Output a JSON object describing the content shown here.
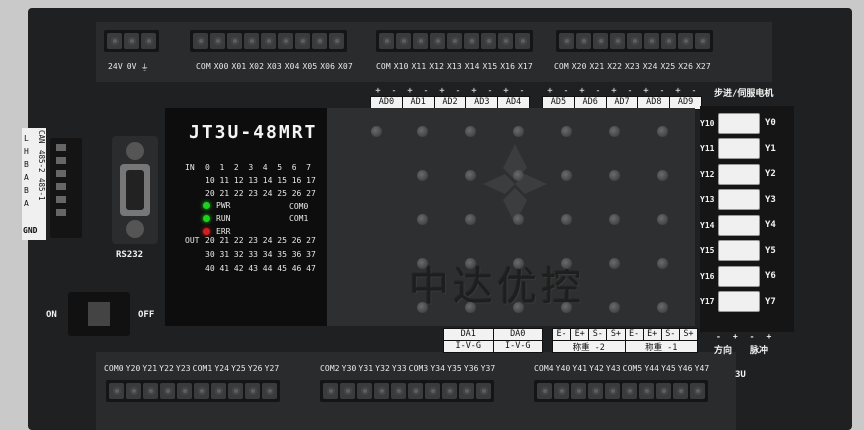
{
  "top_terms": {
    "power": [
      "24V",
      "0V",
      "⏚"
    ],
    "x_row1": [
      "COM",
      "X00",
      "X01",
      "X02",
      "X03",
      "X04",
      "X05",
      "X06",
      "X07"
    ],
    "x_row2": [
      "COM",
      "X10",
      "X11",
      "X12",
      "X13",
      "X14",
      "X15",
      "X16",
      "X17"
    ],
    "x_row3": [
      "COM",
      "X20",
      "X21",
      "X22",
      "X23",
      "X24",
      "X25",
      "X26",
      "X27"
    ]
  },
  "ad_channels": [
    "AD0",
    "AD1",
    "AD2",
    "AD3",
    "AD4",
    "AD5",
    "AD6",
    "AD7",
    "AD8",
    "AD9"
  ],
  "ad_polarity": [
    "+",
    "-"
  ],
  "comm_port": {
    "labels": [
      "L",
      "H",
      "B",
      "A",
      "B",
      "A"
    ],
    "bus_labels": [
      "CAN",
      "485-2",
      "485-1"
    ],
    "gnd": "GND",
    "rs232": "RS232"
  },
  "switch": {
    "on": "ON",
    "off": "OFF"
  },
  "panel": {
    "model": "JT3U-48MRT",
    "in_label": "IN",
    "out_label": "OUT",
    "in_rows": [
      "0  1  2  3  4  5  6  7",
      "10 11 12 13 14 15 16 17",
      "20 21 22 23 24 25 26 27"
    ],
    "out_rows": [
      "20 21 22 23 24 25 26 27",
      "30 31 32 33 34 35 36 37",
      "40 41 42 43 44 45 46 47"
    ],
    "leds": [
      {
        "label": "PWR",
        "color": "#1fd11f"
      },
      {
        "label": "RUN",
        "color": "#1fd11f"
      },
      {
        "label": "ERR",
        "color": "#d11f1f"
      }
    ],
    "com_labels": [
      "COM0",
      "COM1"
    ]
  },
  "brand_text": "中达优控",
  "servo": {
    "title": "步进/伺服电机",
    "y_left": [
      "Y10",
      "Y11",
      "Y12",
      "Y13",
      "Y14",
      "Y15",
      "Y16",
      "Y17"
    ],
    "y_right": [
      "Y0",
      "Y1",
      "Y2",
      "Y3",
      "Y4",
      "Y5",
      "Y6",
      "Y7"
    ],
    "bottom_labels": [
      "方向",
      "脉冲"
    ],
    "polarity": [
      "-",
      "+",
      "-",
      "+"
    ],
    "series": "3U"
  },
  "da": {
    "channels": [
      "DA1",
      "DA0"
    ],
    "modes": [
      "I-V-G",
      "I-V-G"
    ]
  },
  "weigh": {
    "pins": [
      "E-",
      "E+",
      "S-",
      "S+"
    ],
    "names": [
      "称重 -2",
      "称重 -1"
    ]
  },
  "bottom_terms": {
    "y_row1": [
      "COM0",
      "Y20",
      "Y21",
      "Y22",
      "Y23",
      "COM1",
      "Y24",
      "Y25",
      "Y26",
      "Y27"
    ],
    "y_row2": [
      "COM2",
      "Y30",
      "Y31",
      "Y32",
      "Y33",
      "COM3",
      "Y34",
      "Y35",
      "Y36",
      "Y37"
    ],
    "y_row3": [
      "COM4",
      "Y40",
      "Y41",
      "Y42",
      "Y43",
      "COM5",
      "Y44",
      "Y45",
      "Y46",
      "Y47"
    ]
  }
}
